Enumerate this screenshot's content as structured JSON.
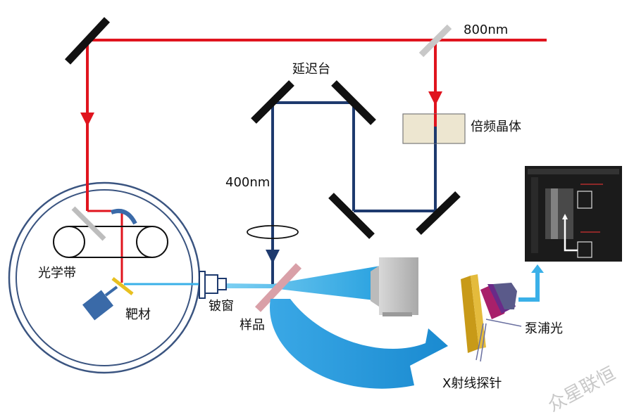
{
  "labels": {
    "beam_800": "800nm",
    "delay_stage": "延迟台",
    "doubling_crystal": "倍频晶体",
    "beam_400": "400nm",
    "optical_tape": "光学带",
    "target": "靶材",
    "be_window": "铍窗",
    "sample": "样品",
    "pump_light": "泵浦光",
    "xray_probe": "X射线探针"
  },
  "watermark": "众星联恒",
  "colors": {
    "beam_800": "#e0141e",
    "beam_400": "#1e3a6e",
    "xray": "#3ab0e8",
    "mirror": "#111111",
    "splitter": "#c8c8c8",
    "crystal": "#ede6d0",
    "sample": "#d9a0a8",
    "chamber": "#3a5480",
    "target_block": "#3a6aa8",
    "target_plate": "#e8c020"
  }
}
